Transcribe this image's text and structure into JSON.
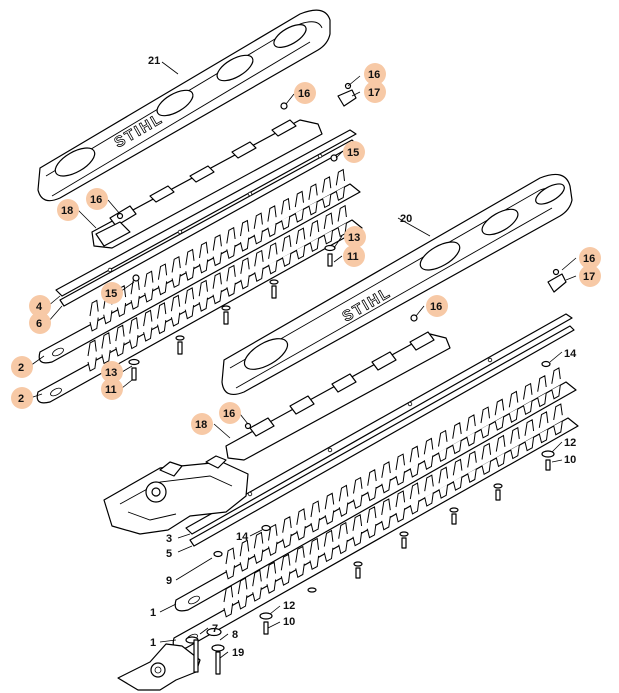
{
  "brand_text": "STIHL",
  "highlight_color": "#f7c9a6",
  "labels": {
    "l21": "21",
    "l16a": "16",
    "l17a": "17",
    "l16b": "16",
    "l15a": "15",
    "l18a": "18",
    "l16c": "16",
    "l13a": "13",
    "l11a": "11",
    "l4": "4",
    "l6": "6",
    "l15b": "15",
    "l2a": "2",
    "l13b": "13",
    "l11b": "11",
    "l2b": "2",
    "l20": "20",
    "l16d": "16",
    "l17b": "17",
    "l16e": "16",
    "l14a": "14",
    "l16f": "16",
    "l18b": "18",
    "l12a": "12",
    "l10a": "10",
    "l3": "3",
    "l5": "5",
    "l14b": "14",
    "l9": "9",
    "l1a": "1",
    "l12b": "12",
    "l10b": "10",
    "l1b": "1",
    "l7": "7",
    "l8": "8",
    "l19": "19"
  }
}
